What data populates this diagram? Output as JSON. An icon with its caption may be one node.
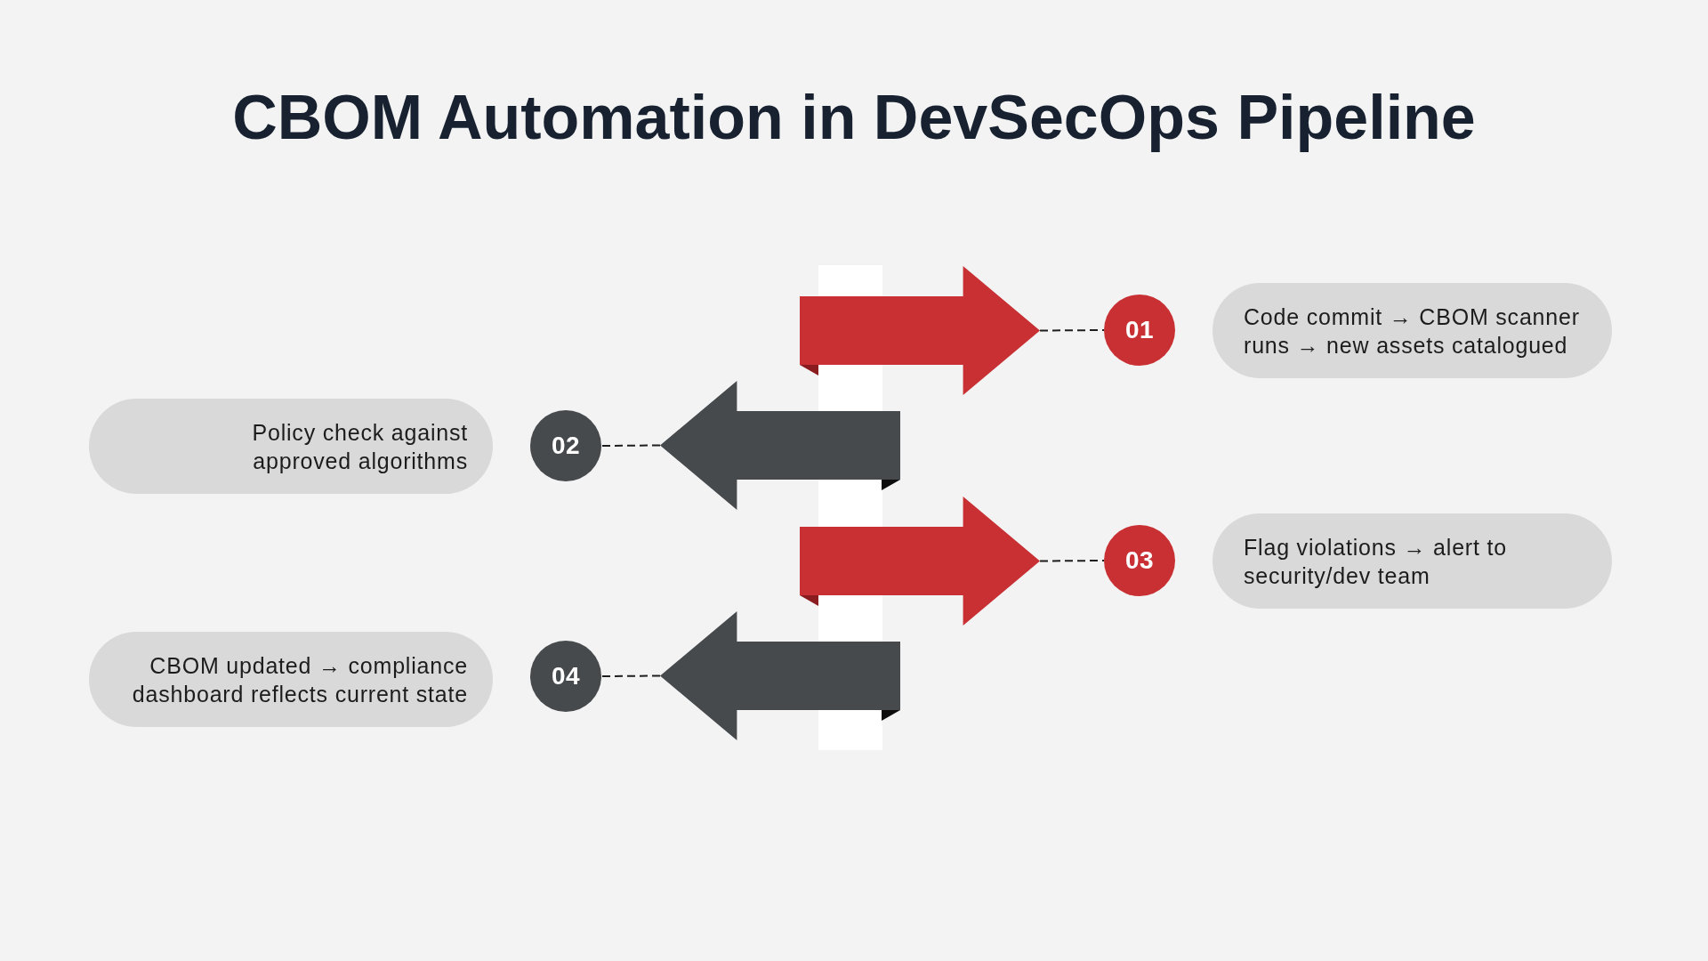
{
  "diagram": {
    "title": "CBOM Automation in DevSecOps Pipeline",
    "nodes": [
      {
        "text": [],
        "shape": "bar"
      },
      {
        "text": [],
        "shape": "arrow"
      },
      {
        "text": [
          "01"
        ]
      },
      {
        "text": [
          "Code commit → CBOM scanner runs → new assets catalogued"
        ]
      },
      {
        "text": [
          "Policy check against approved algorithms"
        ]
      },
      {
        "text": [
          "02"
        ]
      },
      {
        "text": [],
        "shape": "arrow"
      },
      {
        "text": [],
        "shape": "arrow"
      },
      {
        "text": [
          "03"
        ]
      },
      {
        "text": [
          "Flag violations → alert to security/dev team"
        ]
      },
      {
        "text": [
          "CBOM updated → compliance dashboard reflects current state"
        ]
      },
      {
        "text": [
          "04"
        ]
      },
      {
        "text": [],
        "shape": "arrow"
      }
    ],
    "edges": [
      {
        "from": 1,
        "to": 2,
        "arrow": "none",
        "style": "dashed"
      },
      {
        "from": 6,
        "to": 5,
        "arrow": "none",
        "style": "dashed"
      },
      {
        "from": 7,
        "to": 8,
        "arrow": "none",
        "style": "dashed"
      },
      {
        "from": 12,
        "to": 11,
        "arrow": "none",
        "style": "dashed"
      }
    ]
  }
}
